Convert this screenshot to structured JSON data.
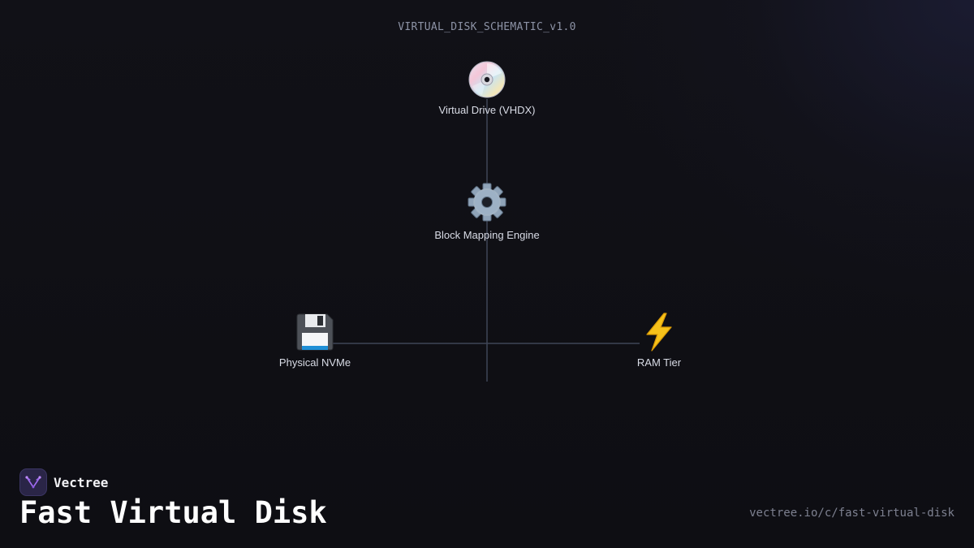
{
  "diagram": {
    "title": "VIRTUAL_DISK_SCHEMATIC_v1.0",
    "nodes": [
      {
        "id": "vhdx",
        "label": "Virtual Drive (VHDX)",
        "icon": "optical-disc-icon"
      },
      {
        "id": "engine",
        "label": "Block Mapping Engine",
        "icon": "gear-icon"
      },
      {
        "id": "nvme",
        "label": "Physical NVMe",
        "icon": "floppy-disk-icon"
      },
      {
        "id": "ram",
        "label": "RAM Tier",
        "icon": "lightning-bolt-icon"
      }
    ],
    "edges": [
      {
        "from": "vhdx",
        "to": "engine"
      },
      {
        "from": "engine",
        "to": "nvme"
      },
      {
        "from": "engine",
        "to": "ram"
      }
    ],
    "colors": {
      "line": "#3f4657",
      "label": "#d9dce6",
      "title": "#8d93a6"
    }
  },
  "brand": {
    "name": "Vectree",
    "logo_color": "#a06cf0"
  },
  "page": {
    "title": "Fast Virtual Disk",
    "url": "vectree.io/c/fast-virtual-disk"
  }
}
